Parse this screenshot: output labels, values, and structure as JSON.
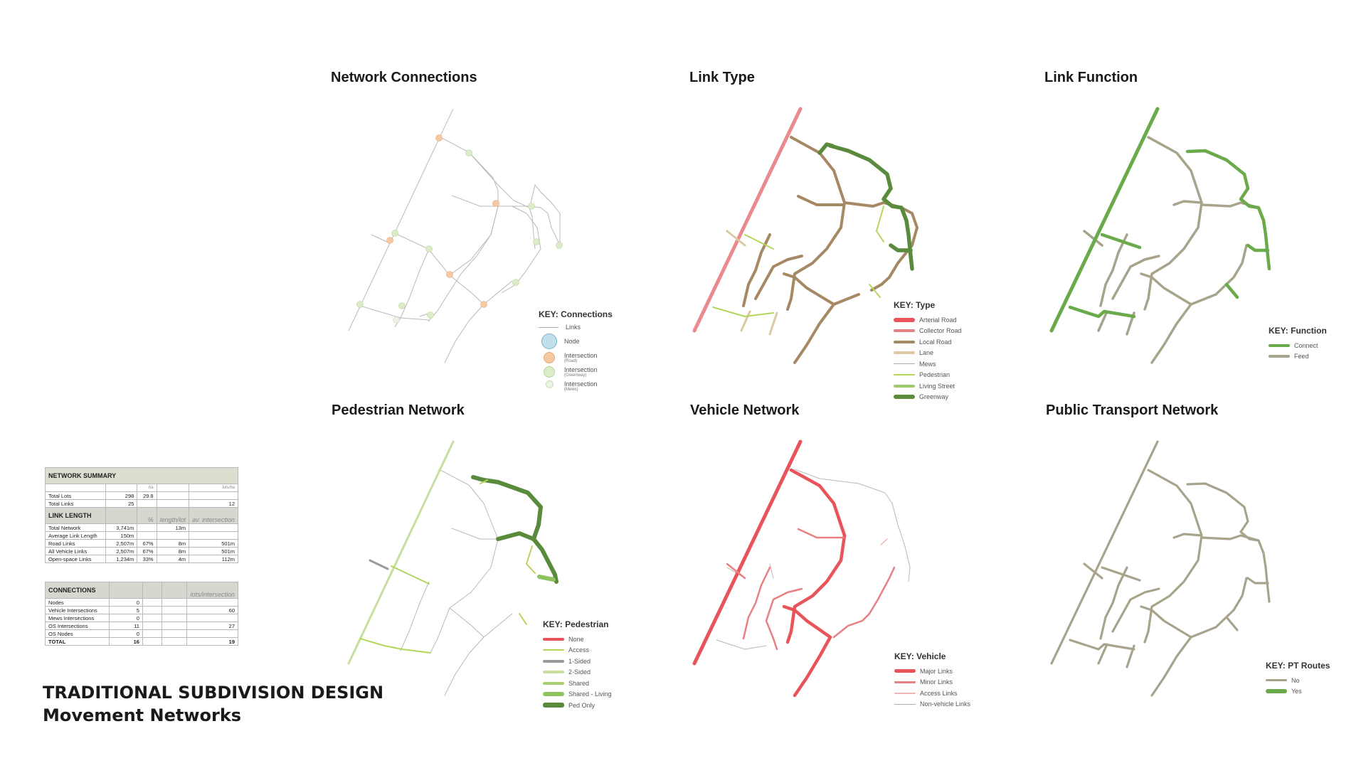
{
  "footer": {
    "line1": "TRADITIONAL SUBDIVISION DESIGN",
    "line2": "Movement Networks"
  },
  "panels": {
    "connections": {
      "title": "Network Connections",
      "key_title": "KEY: Connections",
      "legend": [
        {
          "label": "Links",
          "sub": ""
        },
        {
          "label": "Node",
          "sub": ""
        },
        {
          "label": "Intersection",
          "sub": "(Road)"
        },
        {
          "label": "Intersection",
          "sub": "(Greenway)"
        },
        {
          "label": "Intersection",
          "sub": "(Mews)"
        }
      ]
    },
    "link_type": {
      "title": "Link Type",
      "key_title": "KEY: Type",
      "legend": [
        {
          "label": "Arterial Road",
          "color": "#e8545a",
          "width": 6
        },
        {
          "label": "Collector Road",
          "color": "#ea7f82",
          "width": 4
        },
        {
          "label": "Local Road",
          "color": "#a68964",
          "width": 4
        },
        {
          "label": "Lane",
          "color": "#dcc9a4",
          "width": 4
        },
        {
          "label": "Mews",
          "color": "#aaaaaa",
          "width": 1
        },
        {
          "label": "Pedestrian",
          "color": "#b3d65a",
          "width": 2
        },
        {
          "label": "Living Street",
          "color": "#9ccb6d",
          "width": 4
        },
        {
          "label": "Greenway",
          "color": "#5a8a3c",
          "width": 6
        }
      ]
    },
    "link_function": {
      "title": "Link Function",
      "key_title": "KEY: Function",
      "legend": [
        {
          "label": "Connect",
          "color": "#6aaa4a",
          "width": 4
        },
        {
          "label": "Feed",
          "color": "#a8a48c",
          "width": 4
        }
      ]
    },
    "pedestrian": {
      "title": "Pedestrian Network",
      "key_title": "KEY: Pedestrian",
      "legend": [
        {
          "label": "None",
          "color": "#e8545a",
          "width": 4
        },
        {
          "label": "Access",
          "color": "#b3d65a",
          "width": 2
        },
        {
          "label": "1-Sided",
          "color": "#9a9a9a",
          "width": 4
        },
        {
          "label": "2-Sided",
          "color": "#c8dea0",
          "width": 4
        },
        {
          "label": "Shared",
          "color": "#a8d070",
          "width": 4
        },
        {
          "label": "Shared - Living",
          "color": "#8ec45e",
          "width": 6
        },
        {
          "label": "Ped Only",
          "color": "#5a8a3c",
          "width": 7
        }
      ]
    },
    "vehicle": {
      "title": "Vehicle Network",
      "key_title": "KEY: Vehicle",
      "legend": [
        {
          "label": "Major Links",
          "color": "#e8545a",
          "width": 5
        },
        {
          "label": "Minor Links",
          "color": "#ea7f82",
          "width": 3
        },
        {
          "label": "Access Links",
          "color": "#f2b5b5",
          "width": 2
        },
        {
          "label": "Non-vehicle Links",
          "color": "#b0b0b0",
          "width": 1
        }
      ]
    },
    "public_transport": {
      "title": "Public Transport Network",
      "key_title": "KEY: PT Routes",
      "legend": [
        {
          "label": "No",
          "color": "#a8a48c",
          "width": 3
        },
        {
          "label": "Yes",
          "color": "#6aaa4a",
          "width": 6
        }
      ]
    }
  },
  "summary": {
    "network_summary": {
      "title": "NETWORK SUMMARY",
      "col_ha": "ha",
      "col_lots_ha": "lots/ha",
      "rows": [
        {
          "label": "Total Lots",
          "v1": "298",
          "v2": "29.8",
          "v3": "",
          "v4": ""
        },
        {
          "label": "Total Links",
          "v1": "25",
          "v2": "",
          "v3": "",
          "v4": "12"
        }
      ]
    },
    "link_length": {
      "title": "LINK LENGTH",
      "col_pct": "%",
      "col_lot": "length/lot",
      "col_int": "av. intersection",
      "rows": [
        {
          "label": "Total Network",
          "v1": "3,741m",
          "v2": "",
          "v3": "13m",
          "v4": ""
        },
        {
          "label": "Average Link Length",
          "v1": "150m",
          "v2": "",
          "v3": "",
          "v4": ""
        },
        {
          "label": "Road Links",
          "v1": "2,507m",
          "v2": "67%",
          "v3": "8m",
          "v4": "501m"
        },
        {
          "label": "All Vehicle Links",
          "v1": "2,507m",
          "v2": "67%",
          "v3": "8m",
          "v4": "501m"
        },
        {
          "label": "Open-space Links",
          "v1": "1,234m",
          "v2": "33%",
          "v3": "4m",
          "v4": "112m"
        }
      ]
    },
    "connections": {
      "title": "CONNECTIONS",
      "col_int": "lots/intersection",
      "rows": [
        {
          "label": "Nodes",
          "v1": "0",
          "v2": "",
          "v3": "",
          "v4": ""
        },
        {
          "label": "Vehicle Intersections",
          "v1": "5",
          "v2": "",
          "v3": "",
          "v4": "60"
        },
        {
          "label": "Mews Intersections",
          "v1": "0",
          "v2": "",
          "v3": "",
          "v4": ""
        },
        {
          "label": "OS Intersections",
          "v1": "11",
          "v2": "",
          "v3": "",
          "v4": "27"
        },
        {
          "label": "OS Nodes",
          "v1": "0",
          "v2": "",
          "v3": "",
          "v4": ""
        }
      ],
      "total": {
        "label": "TOTAL",
        "v1": "16",
        "v2": "",
        "v3": "",
        "v4": "19"
      }
    }
  },
  "colors": {
    "arterial": "#e8545a",
    "collector": "#ea7f82",
    "local": "#a68964",
    "lane": "#dcc9a4",
    "pedestrian": "#b3d65a",
    "greenway": "#5a8a3c",
    "connect": "#6aaa4a",
    "feed": "#a8a48c",
    "access_link": "#f2b5b5",
    "thin_link": "#b0b0b0",
    "node": "#bfe0ec",
    "int_road": "#f6c9a2",
    "int_greenway": "#dcecc6",
    "int_mews": "#ecf3e2"
  }
}
